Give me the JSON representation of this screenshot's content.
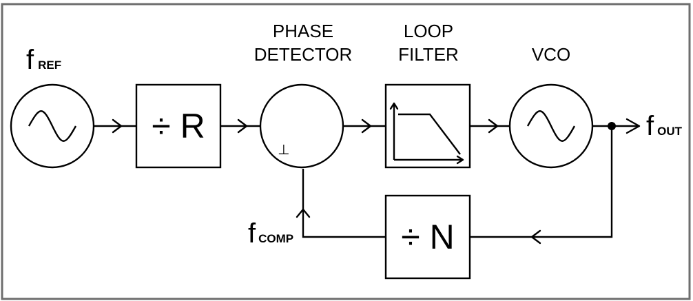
{
  "blocks": {
    "ref_label_main": "f",
    "ref_label_sub": "REF",
    "divider_r": "÷ R",
    "phase_detector_line1": "PHASE",
    "phase_detector_line2": "DETECTOR",
    "phase_detector_mark": "⊥",
    "loop_filter_line1": "LOOP",
    "loop_filter_line2": "FILTER",
    "vco": "VCO",
    "out_label_main": "f",
    "out_label_sub": "OUT",
    "divider_n": "÷ N",
    "comp_label_main": "f",
    "comp_label_sub": "COMP"
  },
  "colors": {
    "stroke": "#000000",
    "frame": "#6e6e6e",
    "background": "#ffffff"
  }
}
